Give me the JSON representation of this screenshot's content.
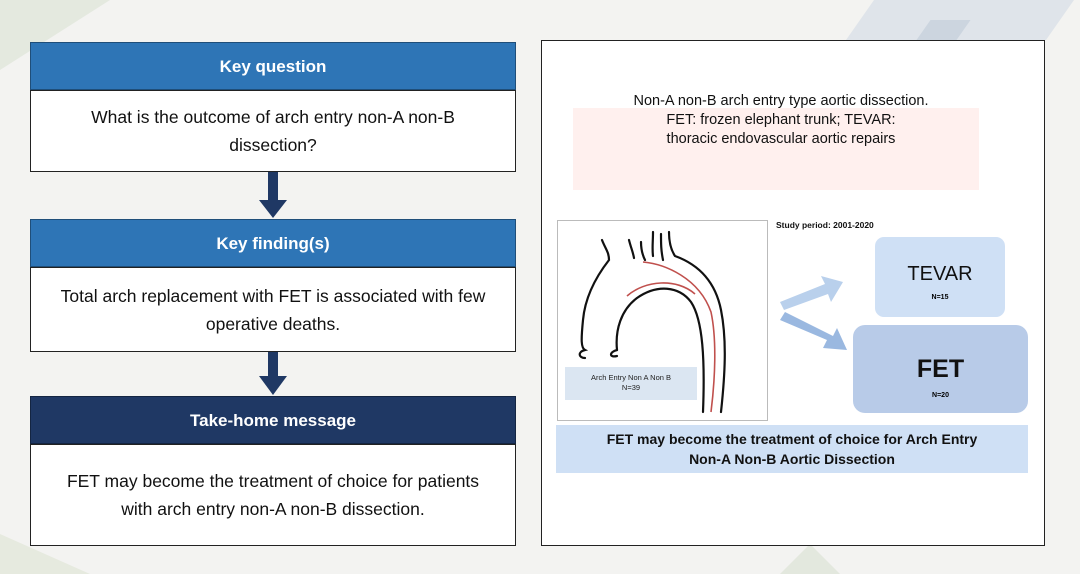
{
  "left": {
    "key_question": {
      "header": "Key question",
      "text": "What is the outcome of arch entry non-A non-B dissection?"
    },
    "key_finding": {
      "header": "Key finding(s)",
      "text": "Total arch replacement with FET is associated with few operative deaths."
    },
    "take_home": {
      "header": "Take-home message",
      "text": "FET may become the treatment of choice for patients with arch entry non-A non-B dissection."
    }
  },
  "right": {
    "caption": [
      "Non-A non-B arch entry type aortic dissection.",
      "FET: frozen elephant trunk; TEVAR:",
      "thoracic endovascular aortic repairs"
    ],
    "study_period": "Study period: 2001-2020",
    "arch_label": "Arch Entry Non A Non B",
    "arch_n": "N=39",
    "tevar": {
      "name": "TEVAR",
      "n": "N=15"
    },
    "fet": {
      "name": "FET",
      "n": "N=20"
    },
    "conclusion_line1": "FET may become the treatment of choice for Arch Entry",
    "conclusion_line2": "Non-A Non-B Aortic Dissection"
  },
  "colors": {
    "header_blue": "#2e75b6",
    "header_dark": "#1f3864",
    "panel_blue": "#cfe0f5",
    "red_line": "#c0504d"
  }
}
